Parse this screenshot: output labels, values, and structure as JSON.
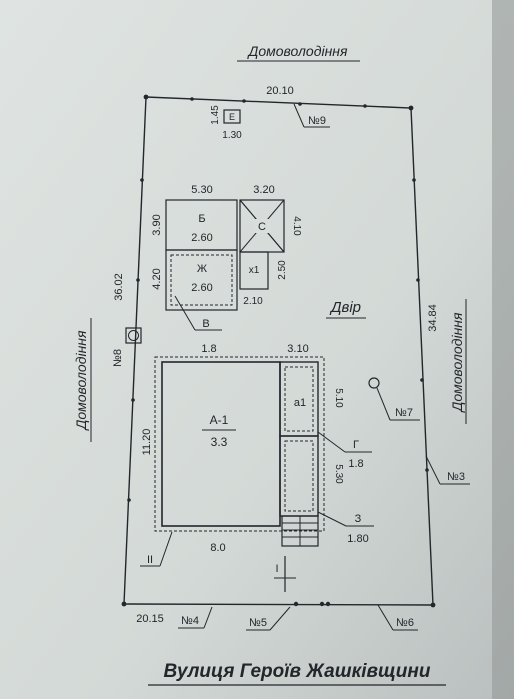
{
  "header": {
    "north_neighbor": "Домоволодіння"
  },
  "neighbors": {
    "west": "Домоволодіння",
    "east": "Домоволодіння"
  },
  "street": "Вулиця Героїв Жашківщини",
  "yard_label": "Двір",
  "boundary": {
    "top_length": "20.10",
    "bottom_length": "20.15",
    "west_length": "36.02",
    "east_length": "34.84",
    "markers": {
      "m3": "№3",
      "m4": "№4",
      "m5": "№5",
      "m6": "№6",
      "m7": "№7",
      "m8": "№8",
      "m9": "№9"
    }
  },
  "building_E": {
    "label": "Е",
    "dim_side": "1.45",
    "dim_bottom": "1.30"
  },
  "building_B": {
    "label": "Б",
    "area": "2.60",
    "width": "5.30",
    "height": "3.90"
  },
  "building_Zh": {
    "label": "Ж",
    "area": "2.60",
    "height": "4.20",
    "width_bottom": "2.10"
  },
  "building_S": {
    "label": "С",
    "width": "3.20",
    "height": "4.10"
  },
  "building_x1": {
    "label": "х1",
    "height": "2.50"
  },
  "label_V": "В",
  "house_A1": {
    "label": "А-1",
    "area": "3.3",
    "top_left_dim": "1.8",
    "top_right_dim": "3.10",
    "left_height": "11.20",
    "bottom_width": "8.0",
    "a1_label": "а1",
    "a1_height": "5.10",
    "g_height": "5.30",
    "g_label": "Г",
    "g_value": "1.8",
    "z_label": "З",
    "z_value": "1.80",
    "mark_II": "II",
    "mark_I": "I"
  }
}
